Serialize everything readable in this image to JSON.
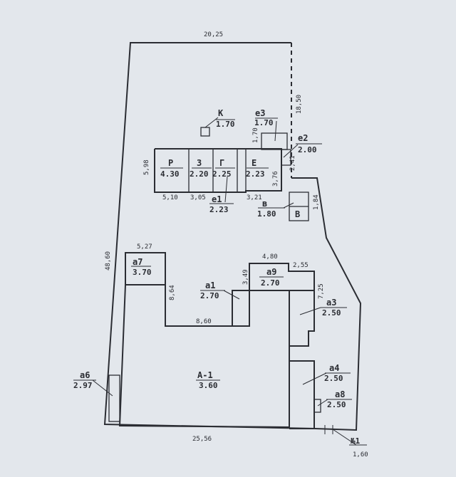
{
  "plot": {
    "dims": {
      "top": "20,25",
      "right_upper": "18,50",
      "left": "48,60",
      "bottom": "25,56",
      "gate": "1,60"
    }
  },
  "gate": {
    "label": "№1"
  },
  "buildings": {
    "K": {
      "label": "К",
      "value": "1.70"
    },
    "e3": {
      "label": "е3",
      "value": "1.70"
    },
    "e2": {
      "label": "е2",
      "value": "2.00"
    },
    "P": {
      "label": "Р",
      "value": "4.30"
    },
    "Z": {
      "label": "З",
      "value": "2.20"
    },
    "G": {
      "label": "Г",
      "value": "2.25"
    },
    "E": {
      "label": "Е",
      "value": "2.23"
    },
    "e1": {
      "label": "е1",
      "value": "2.23"
    },
    "v": {
      "label": "в",
      "value": "1.80"
    },
    "V": {
      "label": "В"
    },
    "a7": {
      "label": "а7",
      "value": "3.70"
    },
    "a1": {
      "label": "а1",
      "value": "2.70"
    },
    "a9": {
      "label": "а9",
      "value": "2.70"
    },
    "a3": {
      "label": "а3",
      "value": "2.50"
    },
    "A1": {
      "label": "А-1",
      "value": "3.60"
    },
    "a4": {
      "label": "а4",
      "value": "2.50"
    },
    "a8": {
      "label": "а8",
      "value": "2.50"
    },
    "a6": {
      "label": "а6",
      "value": "2.97"
    }
  },
  "dims": {
    "d_170": "1,70",
    "d_598": "5,98",
    "d_241": "2,41",
    "d_376": "3,76",
    "d_510": "5,10",
    "d_305": "3,05",
    "d_321": "3,21",
    "d_184": "1,84",
    "d_527": "5,27",
    "d_864": "8,64",
    "d_860": "8,60",
    "d_349": "3,49",
    "d_480": "4,80",
    "d_255": "2,55",
    "d_725": "7,25"
  }
}
